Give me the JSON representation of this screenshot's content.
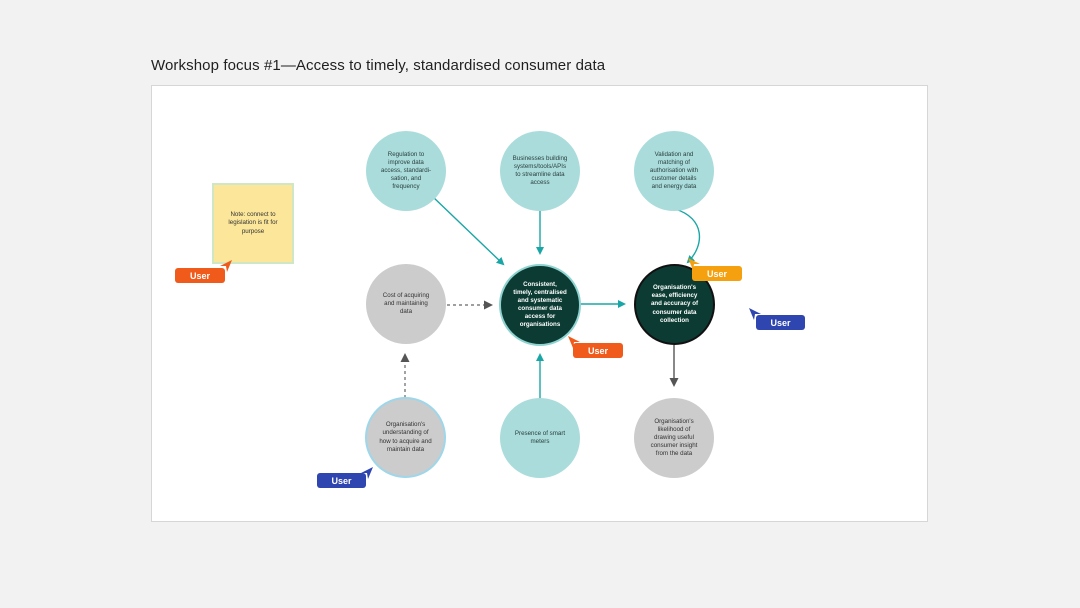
{
  "page_title": "Workshop focus #1—Access to timely, standardised consumer data",
  "sticky_note": "Note: connect to legislation is fit for purpose",
  "nodes": {
    "regulation": "Regulation to improve data access, standardi-sation, and frequency",
    "businesses": "Businesses building systems/tools/APIs to streamline data access",
    "validation": "Validation and matching of authorisation with customer details and energy data",
    "cost": "Cost of acquiring and maintaining data",
    "consistent": "Consistent, timely, centralised and systematic consumer data access for organisations",
    "ease": "Organisation's ease, efficiency and accuracy of consumer data collection",
    "understanding": "Organisation's understanding of how to acquire and maintain data",
    "smart_meters": "Presence of smart meters",
    "likelihood": "Organisation's likelihood of drawing useful consumer insight from the data"
  },
  "cursors": [
    {
      "label": "User",
      "color": "#f05a1a"
    },
    {
      "label": "User",
      "color": "#f05a1a"
    },
    {
      "label": "User",
      "color": "#f5a00f"
    },
    {
      "label": "User",
      "color": "#2f45b0"
    },
    {
      "label": "User",
      "color": "#2f45b0"
    }
  ],
  "colors": {
    "teal_node": "#a9dcdb",
    "grey_node": "#cccccc",
    "dark_node": "#0b3b33",
    "edge_teal": "#1aa6a6",
    "edge_grey": "#666666"
  }
}
